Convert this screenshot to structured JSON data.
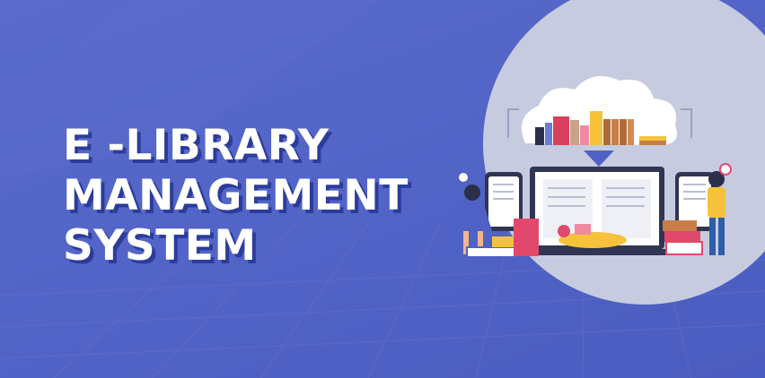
{
  "banner": {
    "title_lines": [
      "E -LIBRARY",
      "MANAGEMENT",
      "SYSTEM"
    ]
  },
  "colors": {
    "background": "#5163c6",
    "circle": "#c7cbe0",
    "title_text": "#ffffff",
    "title_shadow": "#2b3c9a",
    "accent_yellow": "#f5c23a",
    "accent_pink": "#e0496b"
  },
  "illustration": {
    "icons": [
      "cloud-icon",
      "books-icon",
      "laptop-icon",
      "tablet-icon",
      "person-icon"
    ]
  }
}
